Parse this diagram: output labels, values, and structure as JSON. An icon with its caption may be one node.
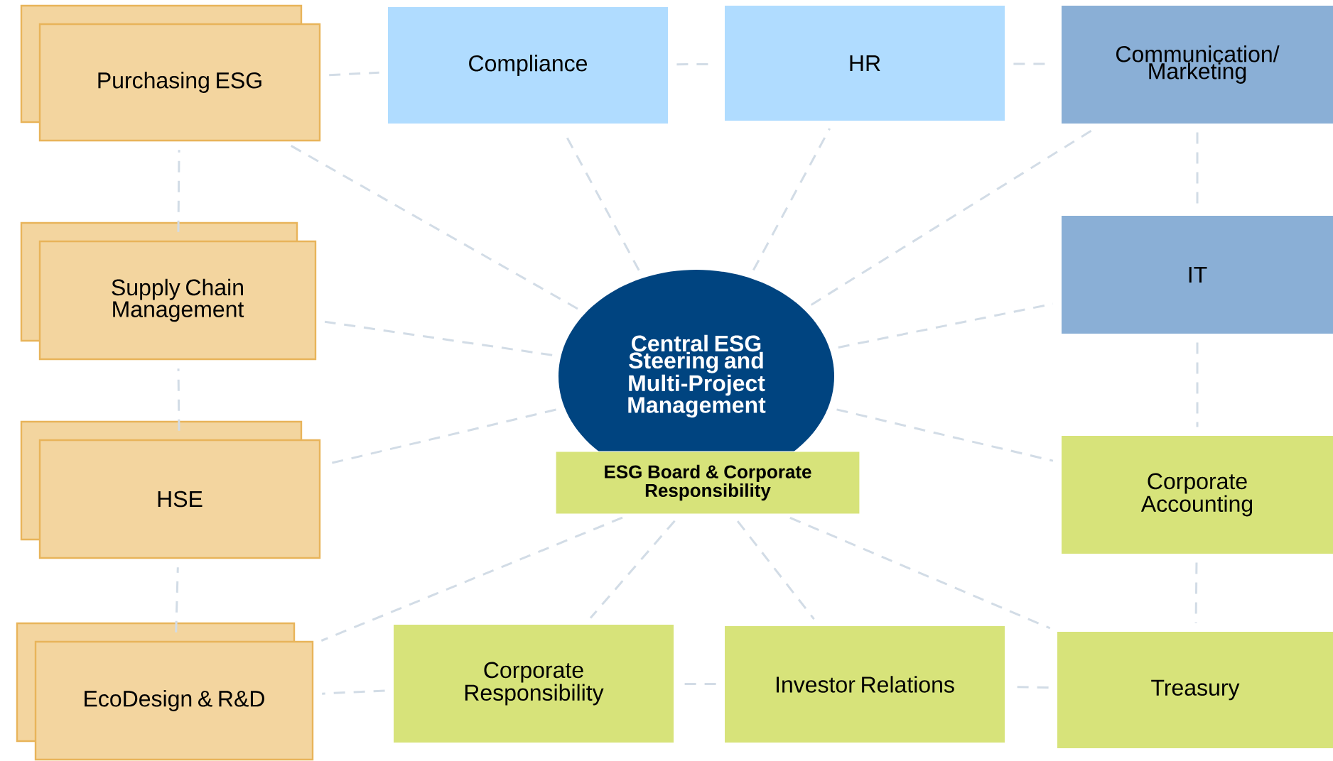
{
  "diagram": {
    "nodes": [
      {
        "text": [
          "Central ESG Steering and Multi-Project Management"
        ]
      },
      {
        "text": [
          "ESG Board & Corporate Responsibility"
        ]
      },
      {
        "text": [
          "Purchasing ESG"
        ]
      },
      {
        "text": [
          "Compliance"
        ]
      },
      {
        "text": [
          "HR"
        ]
      },
      {
        "text": [
          "Communication/ Marketing"
        ]
      },
      {
        "text": [
          "Supply Chain Management"
        ]
      },
      {
        "text": [
          "IT"
        ]
      },
      {
        "text": [
          "HSE"
        ]
      },
      {
        "text": [
          "Corporate Accounting"
        ]
      },
      {
        "text": [
          "EcoDesign & R&D"
        ]
      },
      {
        "text": [
          "Corporate Responsibility"
        ]
      },
      {
        "text": [
          "Investor Relations"
        ]
      },
      {
        "text": [
          "Treasury"
        ]
      }
    ],
    "edges": [
      {
        "from": 0,
        "to": 2,
        "arrow": "none"
      },
      {
        "from": 0,
        "to": 3,
        "arrow": "none"
      },
      {
        "from": 0,
        "to": 4,
        "arrow": "none"
      },
      {
        "from": 0,
        "to": 5,
        "arrow": "none"
      },
      {
        "from": 0,
        "to": 6,
        "arrow": "none"
      },
      {
        "from": 0,
        "to": 7,
        "arrow": "none"
      },
      {
        "from": 0,
        "to": 8,
        "arrow": "none"
      },
      {
        "from": 0,
        "to": 9,
        "arrow": "none"
      },
      {
        "from": 1,
        "to": 10,
        "arrow": "none"
      },
      {
        "from": 1,
        "to": 11,
        "arrow": "none"
      },
      {
        "from": 1,
        "to": 12,
        "arrow": "none"
      },
      {
        "from": 1,
        "to": 13,
        "arrow": "none"
      },
      {
        "from": 2,
        "to": 3,
        "arrow": "none"
      },
      {
        "from": 3,
        "to": 4,
        "arrow": "none"
      },
      {
        "from": 4,
        "to": 5,
        "arrow": "none"
      },
      {
        "from": 5,
        "to": 7,
        "arrow": "none"
      },
      {
        "from": 7,
        "to": 9,
        "arrow": "none"
      },
      {
        "from": 9,
        "to": 13,
        "arrow": "none"
      },
      {
        "from": 13,
        "to": 12,
        "arrow": "none"
      },
      {
        "from": 12,
        "to": 11,
        "arrow": "none"
      },
      {
        "from": 11,
        "to": 10,
        "arrow": "none"
      },
      {
        "from": 10,
        "to": 8,
        "arrow": "none"
      },
      {
        "from": 8,
        "to": 6,
        "arrow": "none"
      },
      {
        "from": 6,
        "to": 2,
        "arrow": "none"
      }
    ]
  }
}
